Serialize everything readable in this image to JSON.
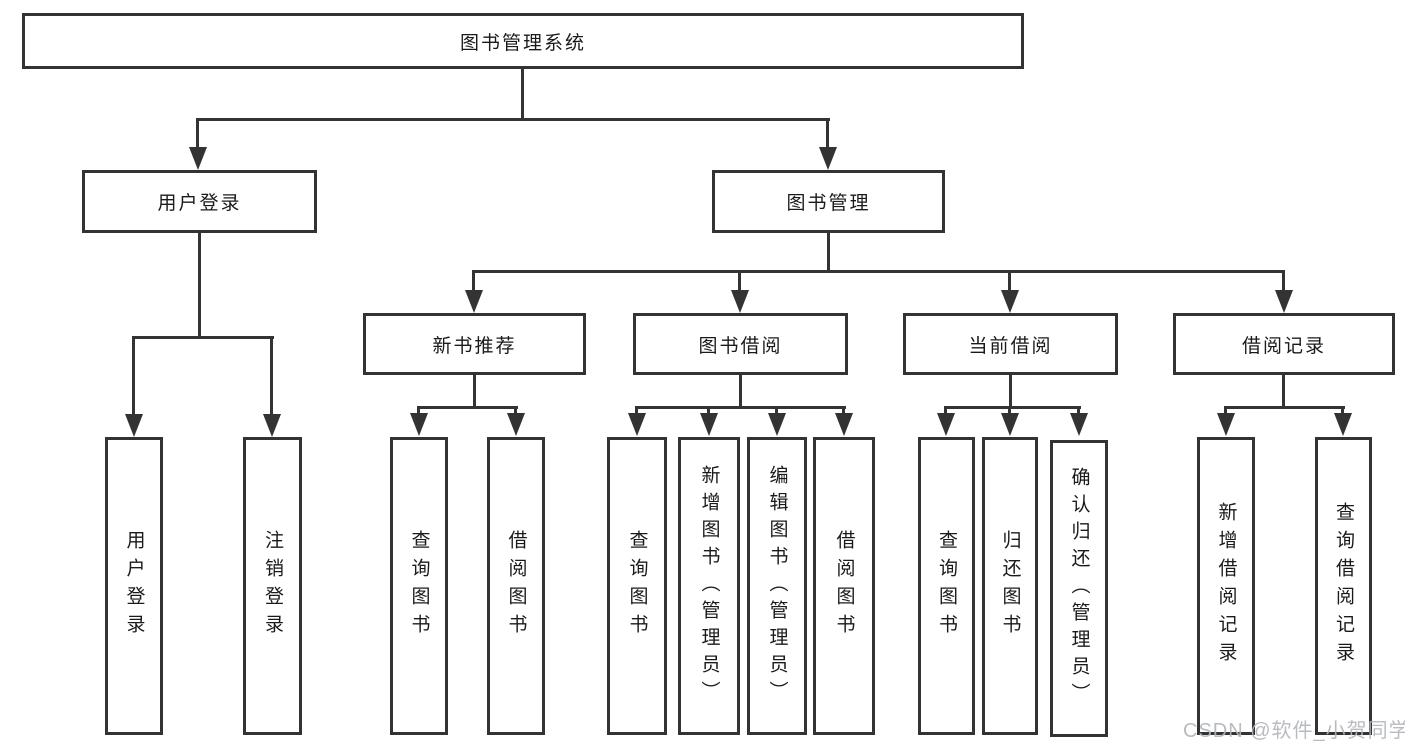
{
  "colors": {
    "line": "#333333",
    "text": "#1a1a1a",
    "background": "#ffffff",
    "watermark": "#b2b5ba"
  },
  "tree": {
    "label": "图书管理系统",
    "children": [
      {
        "label": "用户登录",
        "children": [
          {
            "label": "用户登录"
          },
          {
            "label": "注销登录"
          }
        ]
      },
      {
        "label": "图书管理",
        "children": [
          {
            "label": "新书推荐",
            "children": [
              {
                "label": "查询图书"
              },
              {
                "label": "借阅图书"
              }
            ]
          },
          {
            "label": "图书借阅",
            "children": [
              {
                "label": "查询图书"
              },
              {
                "label": "新增图书（管理员）"
              },
              {
                "label": "编辑图书（管理员）"
              },
              {
                "label": "借阅图书"
              }
            ]
          },
          {
            "label": "当前借阅",
            "children": [
              {
                "label": "查询图书"
              },
              {
                "label": "归还图书"
              },
              {
                "label": "确认归还（管理员）"
              }
            ]
          },
          {
            "label": "借阅记录",
            "children": [
              {
                "label": "新增借阅记录"
              },
              {
                "label": "查询借阅记录"
              }
            ]
          }
        ]
      }
    ]
  },
  "watermark": {
    "text": "CSDN @软件_小贺同学"
  }
}
